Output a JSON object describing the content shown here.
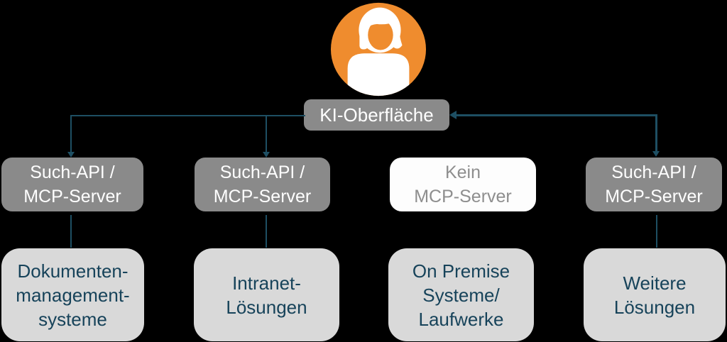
{
  "diagram": {
    "avatar": {
      "icon": "person-female-icon",
      "circle_color": "#EF8C2E"
    },
    "root": {
      "label": "KI-Oberfläche"
    },
    "columns": [
      {
        "id": "dokumentenmanagement",
        "connector_label": "Such-API /\nMCP-Server",
        "system_label": "Dokumenten-\nmanagement-\nsysteme",
        "connected_to_root": true
      },
      {
        "id": "intranet",
        "connector_label": "Such-API /\nMCP-Server",
        "system_label": "Intranet-\nLösungen",
        "connected_to_root": true
      },
      {
        "id": "on-premise",
        "connector_label": "Kein\nMCP-Server",
        "system_label": "On Premise\nSysteme/\nLaufwerke",
        "connected_to_root": false
      },
      {
        "id": "weitere",
        "connector_label": "Such-API /\nMCP-Server",
        "system_label": "Weitere\nLösungen",
        "connected_to_root": true
      }
    ],
    "colors": {
      "background": "#000000",
      "accent_orange": "#EF8C2E",
      "box_gray": "#8A8A8A",
      "box_white": "#FDFDFD",
      "box_light_gray": "#D9D9D9",
      "text_white": "#FFFFFF",
      "text_muted_gray": "#8E8E8E",
      "text_dark_teal": "#17435A",
      "connector_teal": "#1E4F63"
    }
  }
}
